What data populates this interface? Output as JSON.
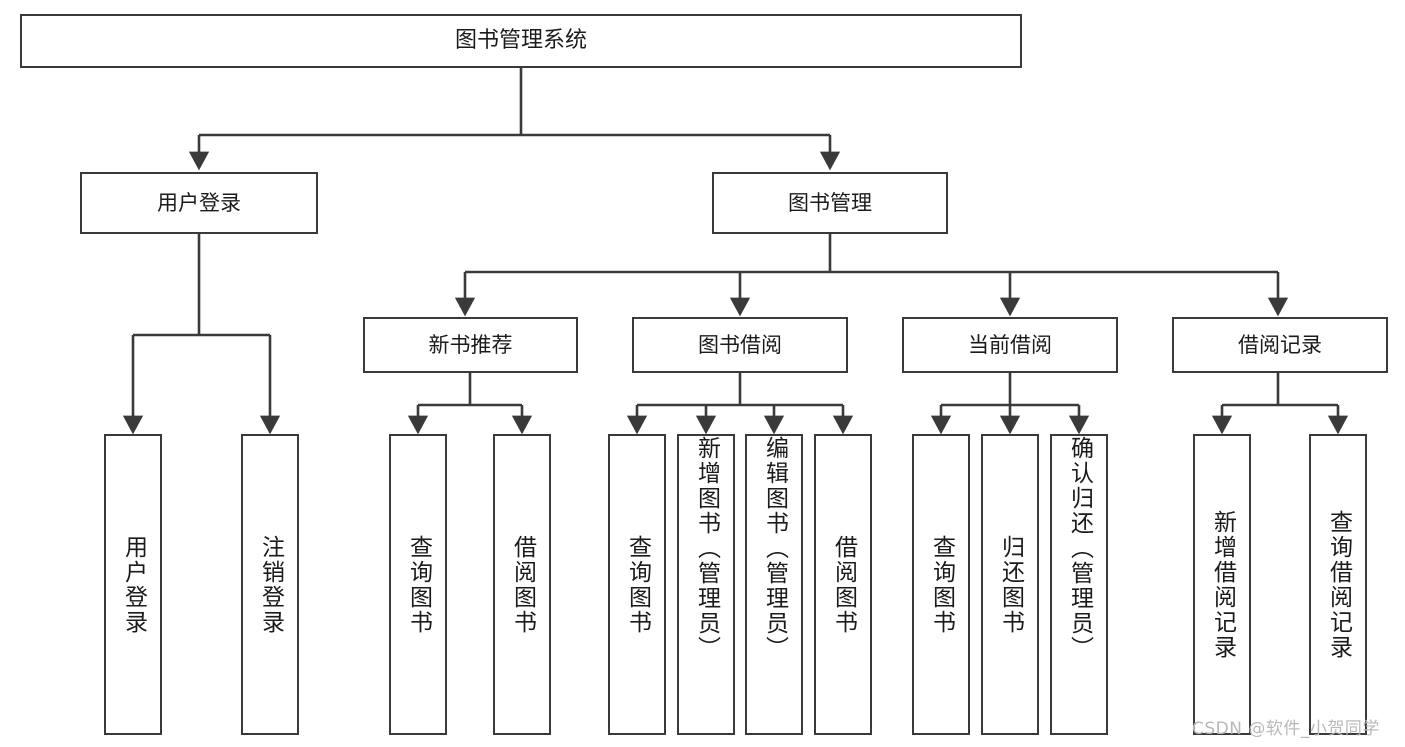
{
  "diagram": {
    "type": "tree-hierarchy",
    "title": "图书管理系统",
    "watermark": "CSDN @软件_小贺同学",
    "colors": {
      "box_border": "#3a3a3a",
      "box_fill": "#ffffff",
      "connector": "#3a3a3a",
      "text": "#1b1b1b",
      "watermark": "#b9b9b9",
      "background": "#ffffff"
    },
    "root": {
      "label": "图书管理系统"
    },
    "level2": [
      {
        "label": "用户登录"
      },
      {
        "label": "图书管理"
      }
    ],
    "level3": [
      {
        "label": "新书推荐"
      },
      {
        "label": "图书借阅"
      },
      {
        "label": "当前借阅"
      },
      {
        "label": "借阅记录"
      }
    ],
    "leaves": {
      "user_login": [
        {
          "label": "用户登录"
        },
        {
          "label": "注销登录"
        }
      ],
      "new_book_recommend": [
        {
          "label": "查询图书"
        },
        {
          "label": "借阅图书"
        }
      ],
      "book_borrow": [
        {
          "label": "查询图书"
        },
        {
          "label": "新增图书（管理员）"
        },
        {
          "label": "编辑图书（管理员）"
        },
        {
          "label": "借阅图书"
        }
      ],
      "current_borrow": [
        {
          "label": "查询图书"
        },
        {
          "label": "归还图书"
        },
        {
          "label": "确认归还（管理员）"
        }
      ],
      "borrow_record": [
        {
          "label": "新增借阅记录"
        },
        {
          "label": "查询借阅记录"
        }
      ]
    }
  }
}
